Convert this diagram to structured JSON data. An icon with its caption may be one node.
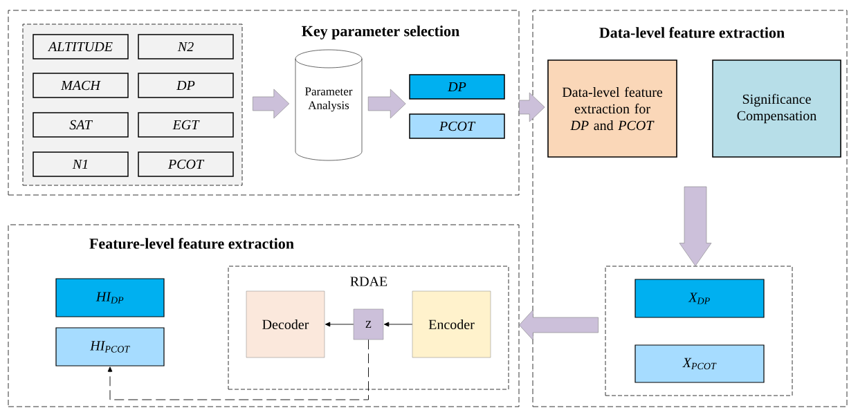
{
  "diagram": {
    "nodes": [
      {
        "text": [
          "Key parameter selection"
        ]
      },
      {
        "text": [],
        "shape": "box",
        "in": 0
      },
      {
        "text": [
          "ALTITUDE"
        ],
        "in": 1
      },
      {
        "text": [
          "N2"
        ],
        "in": 1
      },
      {
        "text": [
          "MACH"
        ],
        "in": 1
      },
      {
        "text": [
          "DP"
        ],
        "in": 1
      },
      {
        "text": [
          "SAT"
        ],
        "in": 1
      },
      {
        "text": [
          "EGT"
        ],
        "in": 1
      },
      {
        "text": [
          "N1"
        ],
        "in": 1
      },
      {
        "text": [
          "PCOT"
        ],
        "in": 1
      },
      {
        "text": [
          "Parameter Analysis"
        ],
        "in": 0
      },
      {
        "text": [
          "DP"
        ],
        "in": 0
      },
      {
        "text": [
          "PCOT"
        ],
        "in": 0
      },
      {
        "text": [
          "Data-level feature extraction"
        ]
      },
      {
        "text": [
          "Data-level feature extraction for *DP* and *PCOT*"
        ],
        "in": 13
      },
      {
        "text": [
          "Significance Compensation"
        ],
        "in": 13
      },
      {
        "text": [],
        "shape": "box",
        "in": 13
      },
      {
        "text": [
          "X$_{DP}$"
        ],
        "in": 16
      },
      {
        "text": [
          "X$_{PCOT}$"
        ],
        "in": 16
      },
      {
        "text": [
          "Feature-level feature extraction"
        ]
      },
      {
        "text": [
          "HI$_{DP}$"
        ],
        "in": 19
      },
      {
        "text": [
          "HI$_{PCOT}$"
        ],
        "in": 19
      },
      {
        "text": [
          "RDAE"
        ],
        "in": 19
      },
      {
        "text": [
          "Decoder"
        ],
        "in": 22
      },
      {
        "text": [
          "Z"
        ],
        "in": 22
      },
      {
        "text": [
          "Encoder"
        ],
        "in": 22
      }
    ],
    "edges": [
      {
        "from": 1,
        "to": 10,
        "arrow": "to"
      },
      {
        "from": 10,
        "to": 11,
        "arrow": "to"
      },
      {
        "from": 10,
        "to": 12,
        "arrow": "to"
      },
      {
        "from": 0,
        "to": 14,
        "arrow": "to"
      },
      {
        "from": null,
        "to": 16,
        "arrow": "to"
      },
      {
        "from": 16,
        "to": 19,
        "arrow": "to"
      },
      {
        "from": 25,
        "to": 24,
        "arrow": "to"
      },
      {
        "from": 24,
        "to": 23,
        "arrow": "to"
      },
      {
        "from": 24,
        "to": 21,
        "arrow": "to",
        "style": "dashed"
      }
    ]
  }
}
